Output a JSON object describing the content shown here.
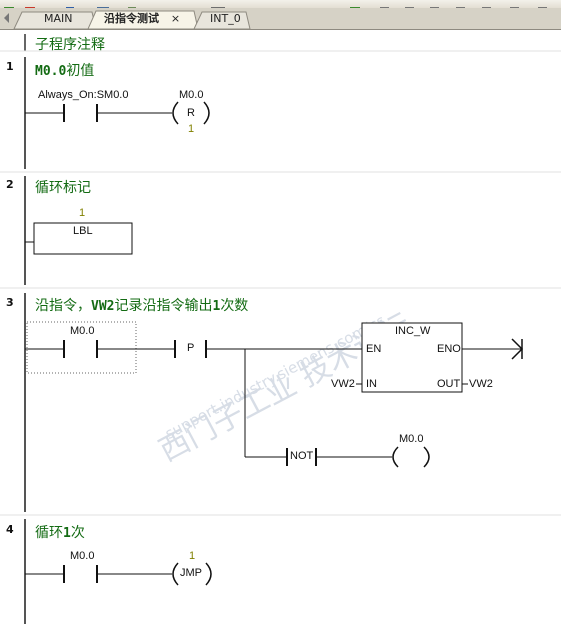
{
  "tabs": [
    {
      "label": "MAIN",
      "active": false,
      "close": ""
    },
    {
      "label": "沿指令测试",
      "active": true,
      "close": "×"
    },
    {
      "label": "INT_0",
      "active": false,
      "close": ""
    }
  ],
  "program_comment": "子程序注释",
  "networks": [
    {
      "number": "1",
      "comment_a": "M0.0",
      "comment_b": "初值",
      "contact": "Always_On:SM0.0",
      "coil_address": "M0.0",
      "coil_type": "R",
      "coil_count": "1"
    },
    {
      "number": "2",
      "comment": "循环标记",
      "label_number": "1",
      "box_title": "LBL"
    },
    {
      "number": "3",
      "comment_a": "沿指令，",
      "comment_b": "VW2",
      "comment_c": "记录沿指令输出",
      "comment_d": "1",
      "comment_e": "次数",
      "contact": "M0.0",
      "edge_label": "P",
      "box_title": "INC_W",
      "en": "EN",
      "eno": "ENO",
      "in_pin": "IN",
      "out_pin": "OUT",
      "in_value": "VW2",
      "out_value": "VW2",
      "not_label": "NOT",
      "coil_address": "M0.0"
    },
    {
      "number": "4",
      "comment_a": "循环",
      "comment_b": "1",
      "comment_c": "次",
      "contact": "M0.0",
      "jmp_number": "1",
      "jmp_label": "JMP"
    }
  ],
  "watermark": {
    "cn": "西门子工业  技术论坛",
    "url": "support.industry.siemens.com/cs"
  },
  "colors": {
    "comment": "#136b13",
    "constant": "#808000",
    "rail": "#555555",
    "active_tab": "#f7f4e8"
  }
}
